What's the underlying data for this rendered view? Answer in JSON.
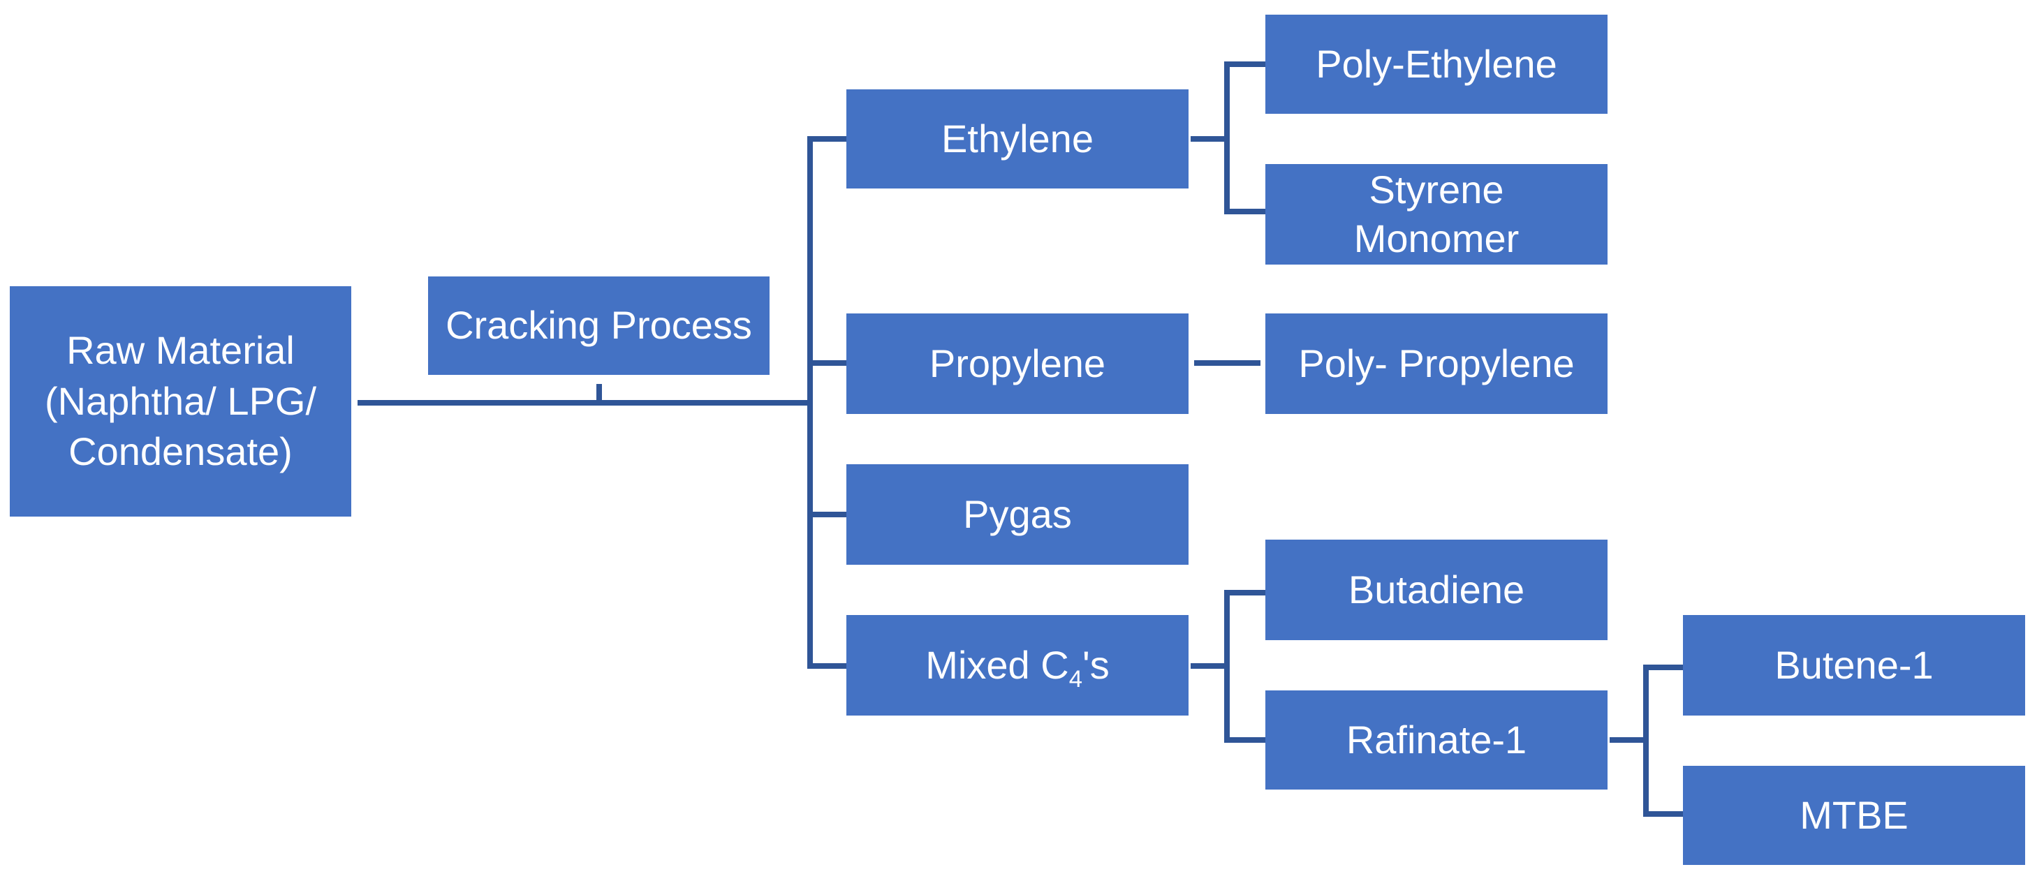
{
  "diagram": {
    "connector_color": "#2F5597",
    "box_color": "#4472C4",
    "text_color": "#FFFFFF"
  },
  "nodes": {
    "raw_material": {
      "lines": [
        "Raw Material",
        "(Naphtha/ LPG/",
        "Condensate)"
      ]
    },
    "cracking_process": {
      "label": "Cracking Process"
    },
    "ethylene": {
      "label": "Ethylene"
    },
    "propylene": {
      "label": "Propylene"
    },
    "pygas": {
      "label": "Pygas"
    },
    "mixed_c4s": {
      "prefix": "Mixed C",
      "subscript": "4",
      "suffix": "'s"
    },
    "poly_ethylene": {
      "label": "Poly-Ethylene"
    },
    "styrene_monomer": {
      "lines": [
        "Styrene",
        "Monomer"
      ]
    },
    "poly_propylene": {
      "label": "Poly- Propylene"
    },
    "butadiene": {
      "label": "Butadiene"
    },
    "rafinate_1": {
      "label": "Rafinate-1"
    },
    "butene_1": {
      "label": "Butene-1"
    },
    "mtbe": {
      "label": "MTBE"
    }
  }
}
